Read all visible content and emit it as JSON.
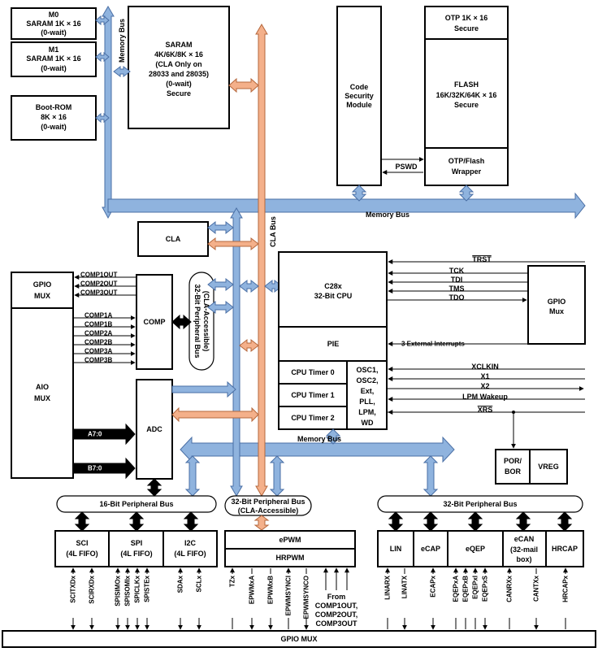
{
  "colors": {
    "memory_bus": "#8fb3de",
    "cla_bus": "#f4b08a",
    "block_border": "#000000",
    "bus_dark": "#000000"
  },
  "memory": {
    "m0": [
      "M0",
      "SARAM 1K × 16",
      "(0-wait)"
    ],
    "m1": [
      "M1",
      "SARAM 1K × 16",
      "(0-wait)"
    ],
    "bootrom": [
      "Boot-ROM",
      "8K × 16",
      "(0-wait)"
    ],
    "saram": [
      "SARAM",
      "4K/6K/8K × 16",
      "(CLA Only on",
      "28033 and 28035)",
      "(0-wait)",
      "Secure"
    ],
    "csm": [
      "Code",
      "Security",
      "Module"
    ],
    "otp": [
      "OTP 1K × 16",
      "Secure"
    ],
    "flash": [
      "FLASH",
      "16K/32K/64K × 16",
      "Secure"
    ],
    "wrapper": [
      "OTP/Flash",
      "Wrapper"
    ],
    "pswd": "PSWD"
  },
  "buses": {
    "memory_bus_vertical": "Memory Bus",
    "memory_bus_top": "Memory Bus",
    "memory_bus_mid": "Memory Bus",
    "cla_bus": "CLA Bus",
    "periph32_cla_vertical": [
      "32-Bit Peripheral Bus",
      "(CLA-Accessible)"
    ],
    "periph16": "16-Bit Peripheral Bus",
    "periph32_cla": [
      "32-Bit Peripheral Bus",
      "(CLA-Accessible)"
    ],
    "periph32": "32-Bit Peripheral Bus"
  },
  "cla": "CLA",
  "gpio_mux_left": [
    "GPIO",
    "MUX"
  ],
  "aio_mux": [
    "AIO",
    "MUX"
  ],
  "comp": "COMP",
  "adc": "ADC",
  "comp_out": [
    "COMP1OUT",
    "COMP2OUT",
    "COMP3OUT"
  ],
  "comp_in": [
    "COMP1A",
    "COMP1B",
    "COMP2A",
    "COMP2B",
    "COMP3A",
    "COMP3B"
  ],
  "adc_in": [
    "A7:0",
    "B7:0"
  ],
  "cpu": [
    "C28x",
    "32-Bit CPU"
  ],
  "pie": "PIE",
  "timers": [
    "CPU Timer 0",
    "CPU Timer 1",
    "CPU Timer 2"
  ],
  "osc": [
    "OSC1,",
    "OSC2,",
    "Ext,",
    "PLL,",
    "LPM,",
    "WD"
  ],
  "jtag": [
    "TRST",
    "TCK",
    "TDI",
    "TMS",
    "TDO"
  ],
  "gpio_mux_right": [
    "GPIO",
    "Mux"
  ],
  "ext_int": "3 External Interrupts",
  "clk_signals": [
    "XCLKIN",
    "X1",
    "X2",
    "LPM Wakeup",
    "XRS"
  ],
  "por": [
    "POR/",
    "BOR"
  ],
  "vreg": "VREG",
  "peripherals16": [
    {
      "name": "SCI",
      "sub": "(4L FIFO)"
    },
    {
      "name": "SPI",
      "sub": "(4L FIFO)"
    },
    {
      "name": "I2C",
      "sub": "(4L FIFO)"
    }
  ],
  "epwm": "ePWM",
  "hrpwm": "HRPWM",
  "peripherals32": [
    {
      "name": "LIN",
      "sub": ""
    },
    {
      "name": "eCAP",
      "sub": ""
    },
    {
      "name": "eQEP",
      "sub": ""
    },
    {
      "name": "eCAN",
      "sub": "(32-mail box)"
    },
    {
      "name": "HRCAP",
      "sub": ""
    }
  ],
  "pins": [
    "SCITXDx",
    "SCIRXDx",
    "SPISIMOx",
    "SPISOMIx",
    "SPICLKx",
    "SPISTEx",
    "SDAx",
    "SCLx",
    "TZx",
    "EPWMxA",
    "EPWMxB",
    "EPWMSYNCI",
    "EPWMSYNCO",
    "LINARX",
    "LINATX",
    "ECAPx",
    "EQEPxA",
    "EQEPxB",
    "EQEPxI",
    "EQEPxS",
    "CANRXx",
    "CANTXx",
    "HRCAPx"
  ],
  "from_comp": [
    "From",
    "COMP1OUT,",
    "COMP2OUT,",
    "COMP3OUT"
  ],
  "gpio_mux_bottom": "GPIO MUX"
}
